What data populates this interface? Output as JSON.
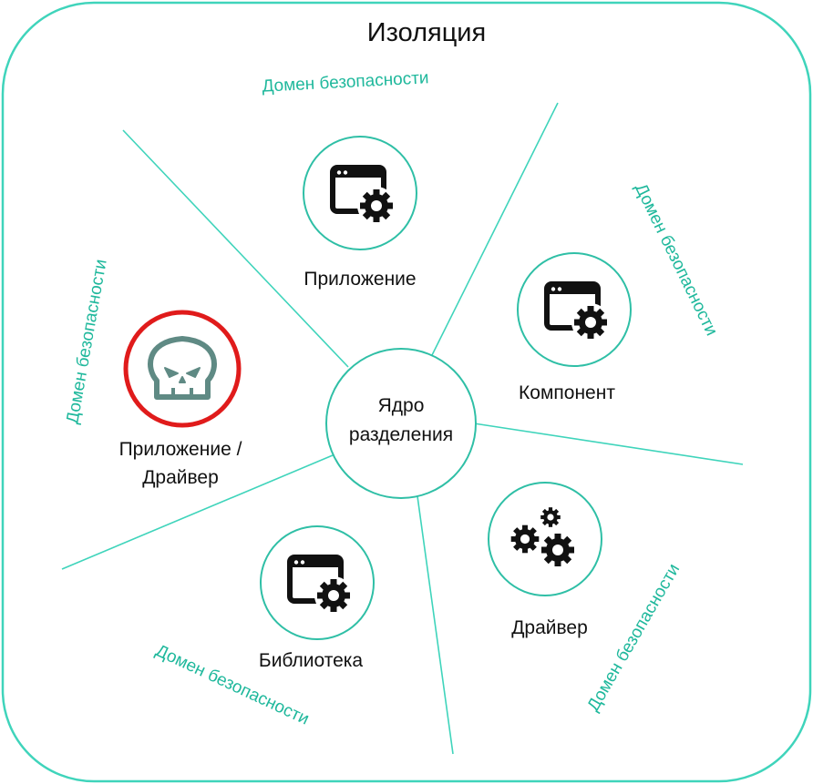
{
  "title": "Изоляция",
  "kernel": {
    "line1": "Ядро",
    "line2": "разделения"
  },
  "domain_label": "Домен безопасности",
  "domains": [
    "Домен безопасности",
    "Домен безопасности",
    "Домен безопасности",
    "Домен безопасности",
    "Домен безопасности"
  ],
  "nodes": {
    "app": "Приложение",
    "component": "Компонент",
    "driver": "Драйвер",
    "library": "Библиотека",
    "malicious_line1": "Приложение /",
    "malicious_line2": "Драйвер"
  },
  "colors": {
    "accent": "#2fbfa6",
    "danger": "#e01b1b",
    "skull": "#5f8a84"
  }
}
